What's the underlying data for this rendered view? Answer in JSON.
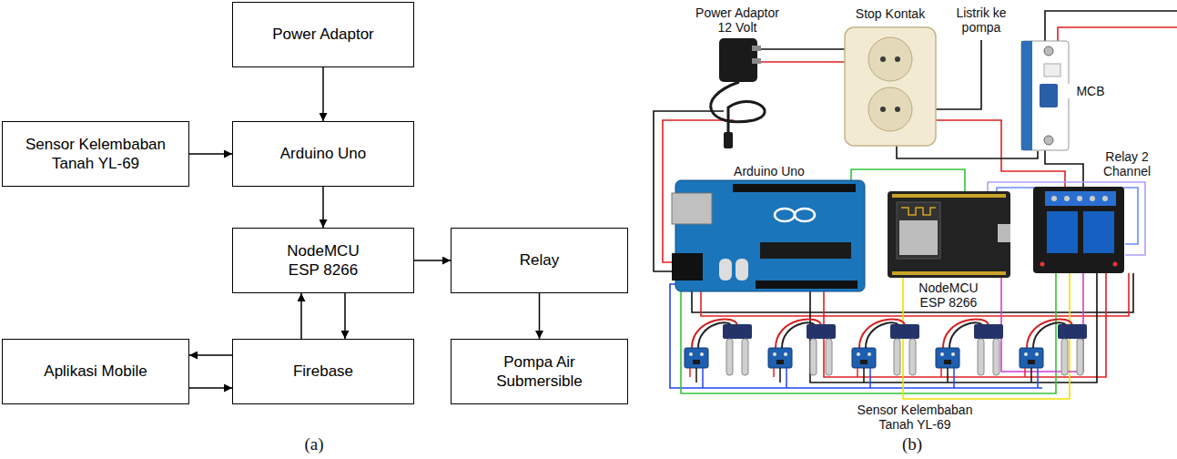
{
  "diagram": {
    "nodes": [
      {
        "text": [
          "Power Adaptor"
        ]
      },
      {
        "text": [
          "Sensor Kelembaban Tanah YL-69"
        ]
      },
      {
        "text": [
          "Arduino Uno"
        ]
      },
      {
        "text": [
          "NodeMCU ESP 8266"
        ]
      },
      {
        "text": [
          "Relay"
        ]
      },
      {
        "text": [
          "Aplikasi Mobile"
        ]
      },
      {
        "text": [
          "Firebase"
        ]
      },
      {
        "text": [
          "Pompa Air Submersible"
        ]
      }
    ],
    "edges": [
      {
        "from": 0,
        "to": 2,
        "arrow": "to"
      },
      {
        "from": 1,
        "to": 2,
        "arrow": "to"
      },
      {
        "from": 2,
        "to": 3,
        "arrow": "to"
      },
      {
        "from": 3,
        "to": 4,
        "arrow": "to"
      },
      {
        "from": 4,
        "to": 7,
        "arrow": "to"
      },
      {
        "from": 3,
        "to": 6,
        "arrow": "to"
      },
      {
        "from": 6,
        "to": 3,
        "arrow": "to"
      },
      {
        "from": 6,
        "to": 5,
        "arrow": "to"
      },
      {
        "from": 5,
        "to": 6,
        "arrow": "to"
      }
    ],
    "labels": [
      "Power Adaptor 12 Volt",
      "Stop Kontak",
      "Listrik ke pompa",
      "MCB",
      "Arduino Uno",
      "NodeMCU ESP 8266",
      "Relay 2 Channel",
      "Sensor Kelembaban Tanah YL-69",
      "(a)",
      "(b)"
    ]
  }
}
